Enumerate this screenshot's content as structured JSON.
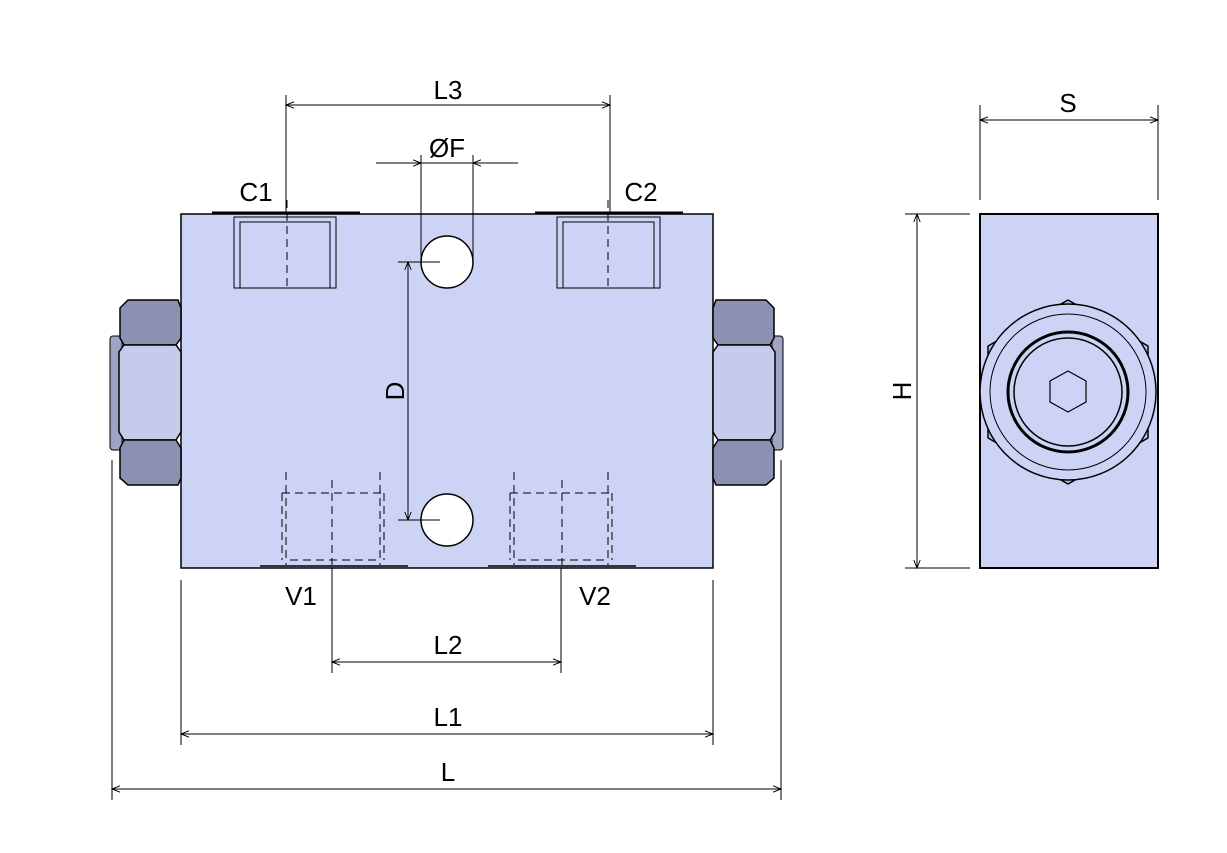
{
  "labels": {
    "L3": "L3",
    "F": "ØF",
    "C1": "C1",
    "C2": "C2",
    "D": "D",
    "V1": "V1",
    "V2": "V2",
    "L2": "L2",
    "L1": "L1",
    "L": "L",
    "S": "S",
    "H": "H"
  },
  "colors": {
    "body": "#cdd3f4",
    "nut_dark": "#8c90b2",
    "nut_light": "#c6cbeb"
  }
}
